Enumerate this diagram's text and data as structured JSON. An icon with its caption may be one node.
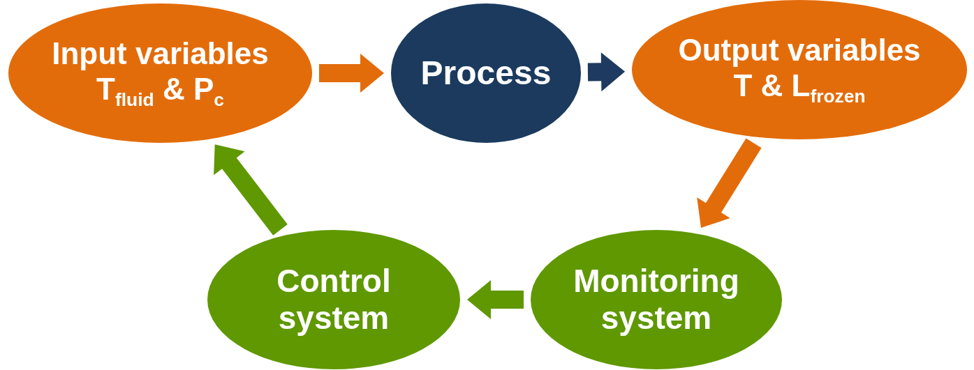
{
  "diagram": {
    "nodes": [
      {
        "text": [
          "Input variables",
          "T$_{fluid}$ & P$_{c}$"
        ]
      },
      {
        "text": [
          "Process"
        ]
      },
      {
        "text": [
          "Output variables",
          "T & L$_{frozen}$"
        ]
      },
      {
        "text": [
          "Monitoring system"
        ]
      },
      {
        "text": [
          "Control system"
        ]
      }
    ],
    "edges": [
      {
        "from": 0,
        "to": 1,
        "arrow": "to",
        "color": "#e36c0a"
      },
      {
        "from": 1,
        "to": 2,
        "arrow": "to",
        "color": "#1f3a60"
      },
      {
        "from": 2,
        "to": 3,
        "arrow": "to",
        "color": "#e36c0a"
      },
      {
        "from": 3,
        "to": 4,
        "arrow": "to",
        "color": "#5f9800"
      },
      {
        "from": 4,
        "to": 0,
        "arrow": "to",
        "color": "#5f9800"
      }
    ]
  }
}
